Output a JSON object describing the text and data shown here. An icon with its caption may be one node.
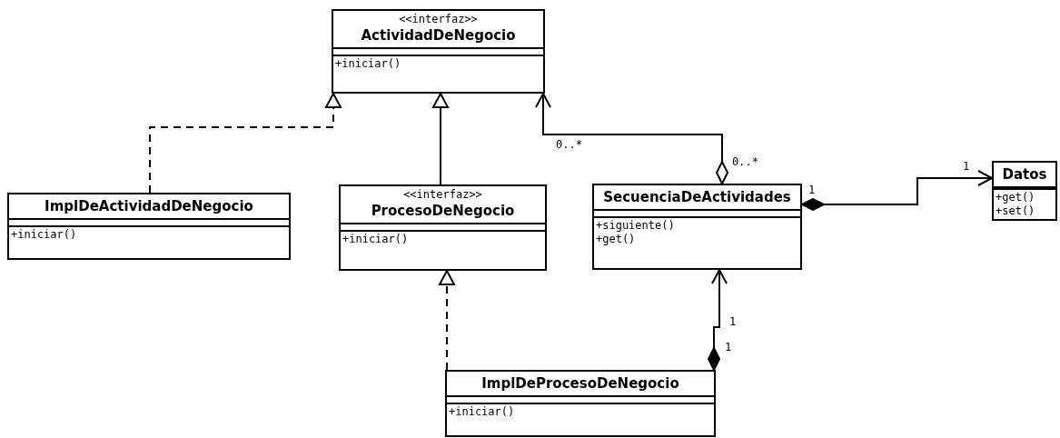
{
  "diagram": {
    "nodes": [
      {
        "text": [
          "<<interfaz>>",
          "ActividadDeNegocio",
          "+iniciar()"
        ]
      },
      {
        "text": [
          "ImplDeActividadDeNegocio",
          "+iniciar()"
        ]
      },
      {
        "text": [
          "<<interfaz>>",
          "ProcesoDeNegocio",
          "+iniciar()"
        ]
      },
      {
        "text": [
          "SecuenciaDeActividades",
          "+siguiente()",
          "+get()"
        ]
      },
      {
        "text": [
          "Datos",
          "+get()",
          "+set()"
        ]
      },
      {
        "text": [
          "ImplDeProcesoDeNegocio",
          "+iniciar()"
        ]
      }
    ],
    "edges": [
      {
        "from": 1,
        "to": 0,
        "arrow": "to",
        "style": "dashed"
      },
      {
        "from": 2,
        "to": 0,
        "arrow": "to"
      },
      {
        "from": 3,
        "to": 0,
        "arrow": "to"
      },
      {
        "from": 3,
        "to": 4,
        "arrow": "to"
      },
      {
        "from": 5,
        "to": 2,
        "arrow": "to",
        "style": "dashed"
      },
      {
        "from": 5,
        "to": 3,
        "arrow": "to"
      }
    ],
    "labels": [
      "0..*",
      "0..*",
      "1",
      "1",
      "1",
      "1"
    ]
  }
}
